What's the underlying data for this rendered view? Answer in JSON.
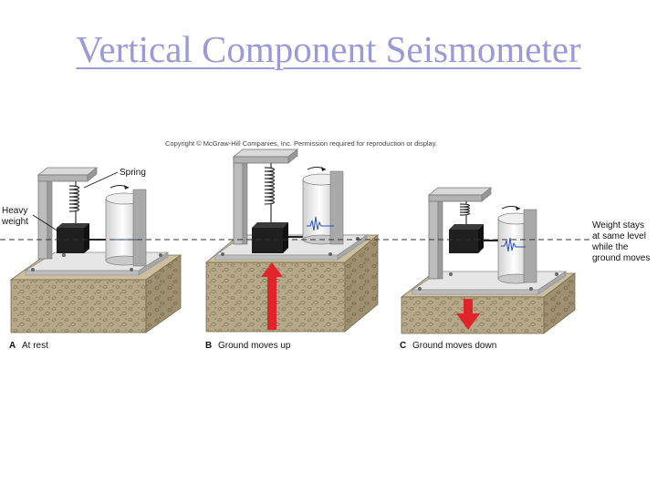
{
  "slide": {
    "title": "Vertical Component Seismometer"
  },
  "figure": {
    "copyright": "Copyright © McGraw-Hill Companies, Inc. Permission required for reproduction or display.",
    "labels": {
      "spring": "Spring",
      "heavy_weight_line1": "Heavy",
      "heavy_weight_line2": "weight",
      "weight_stays_line1": "Weight stays",
      "weight_stays_line2": "at same level",
      "weight_stays_line3": "while the",
      "weight_stays_line4": "ground moves"
    },
    "panels": [
      {
        "letter": "A",
        "caption": "At rest"
      },
      {
        "letter": "B",
        "caption": "Ground moves up"
      },
      {
        "letter": "C",
        "caption": "Ground moves down"
      }
    ],
    "colors": {
      "ground": "#b3a689",
      "ground_top": "#c8bea3",
      "ground_side": "#9c8e70",
      "frame": "#b8b8b8",
      "weight": "#1e1e1e",
      "arrow": "#e0242a",
      "trace": "#2b4fc2"
    }
  }
}
